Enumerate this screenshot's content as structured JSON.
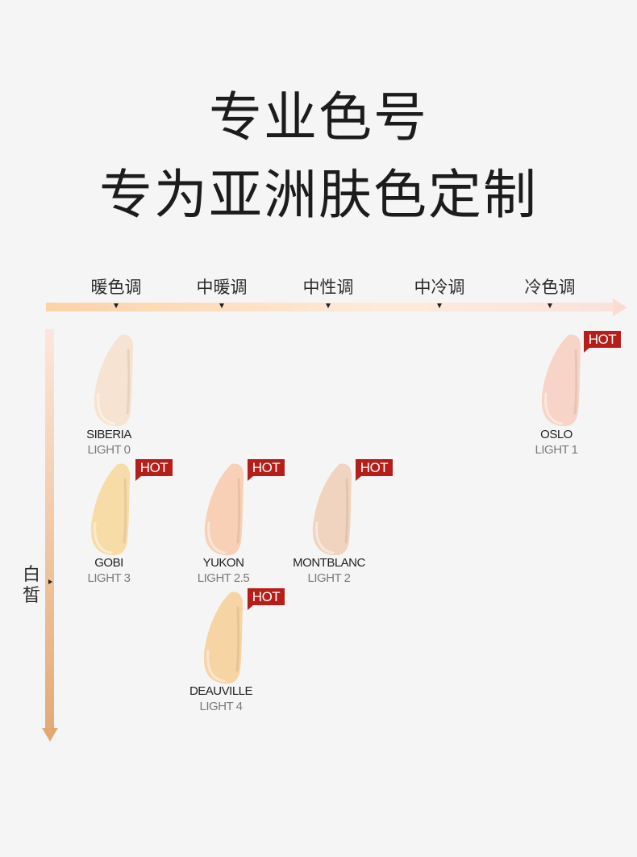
{
  "headline": {
    "line1": "专业色号",
    "line2": "专为亚洲肤色定制"
  },
  "axes": {
    "undertones": [
      "暖色调",
      "中暖调",
      "中性调",
      "中冷调",
      "冷色调"
    ],
    "depth_label": "白皙"
  },
  "shades": [
    {
      "name": "SIBERIA",
      "code": "LIGHT 0",
      "hot": "",
      "color": "#f7e3d1",
      "tone": 0,
      "row": 0
    },
    {
      "name": "OSLO",
      "code": "LIGHT 1",
      "hot": "HOT",
      "color": "#f7d4c7",
      "tone": 4,
      "row": 0
    },
    {
      "name": "GOBI",
      "code": "LIGHT 3",
      "hot": "HOT",
      "color": "#f7dca8",
      "tone": 0,
      "row": 1
    },
    {
      "name": "YUKON",
      "code": "LIGHT 2.5",
      "hot": "HOT",
      "color": "#f7d0b6",
      "tone": 1,
      "row": 1
    },
    {
      "name": "MONTBLANC",
      "code": "LIGHT 2",
      "hot": "HOT",
      "color": "#f0d4bf",
      "tone": 2,
      "row": 1
    },
    {
      "name": "DEAUVILLE",
      "code": "LIGHT 4",
      "hot": "HOT",
      "color": "#f6d4a4",
      "tone": 1,
      "row": 2
    }
  ]
}
